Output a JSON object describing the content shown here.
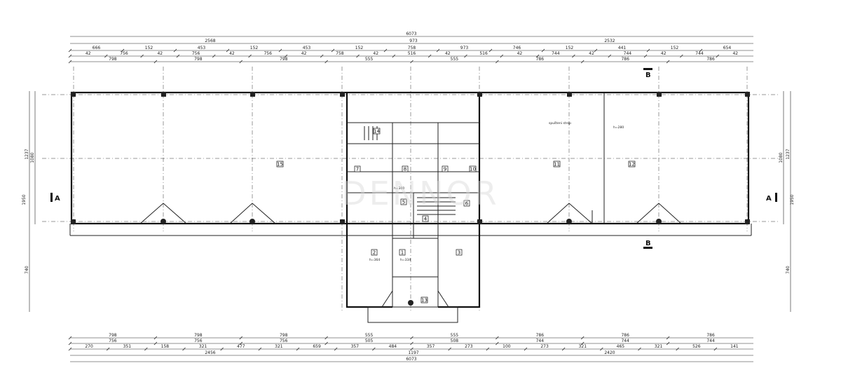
{
  "dims_top": {
    "total": "6073",
    "row2": [
      "2568",
      "973",
      "2532"
    ],
    "row3": [
      "666",
      "152",
      "453",
      "152",
      "453",
      "152",
      "758",
      "973",
      "746",
      "152",
      "441",
      "152",
      "654"
    ],
    "row4": [
      "42",
      "756",
      "42",
      "756",
      "42",
      "756",
      "42",
      "758",
      "42",
      "516",
      "42",
      "516",
      "42",
      "744",
      "42",
      "744",
      "42",
      "744",
      "42"
    ],
    "row5": [
      "798",
      "798",
      "798",
      "555",
      "555",
      "786",
      "786",
      "786"
    ]
  },
  "dims_bottom": {
    "row1": [
      "798",
      "798",
      "798",
      "555",
      "555",
      "786",
      "786",
      "786"
    ],
    "row2": [
      "756",
      "756",
      "756",
      "505",
      "508",
      "744",
      "744",
      "744"
    ],
    "row3": [
      "270",
      "351",
      "158",
      "321",
      "477",
      "321",
      "659",
      "357",
      "484",
      "357",
      "273",
      "100",
      "273",
      "321",
      "465",
      "321",
      "526",
      "141"
    ],
    "row4": [
      "2456",
      "1197",
      "2420"
    ],
    "total": "6073"
  },
  "dims_left": [
    "1237",
    "1080",
    "1950",
    "740"
  ],
  "dims_right": [
    "1237",
    "1080",
    "1950",
    "740"
  ],
  "section_labels": {
    "a_left": "A",
    "a_right": "A",
    "b_top": "B",
    "b_bottom": "B"
  },
  "rooms": [
    "14",
    "15",
    "7",
    "8",
    "9",
    "10",
    "5",
    "6",
    "4",
    "2",
    "1",
    "3",
    "13",
    "11",
    "12"
  ],
  "notes": {
    "spušteni_strop": "spušteni strop",
    "h280": "h=280",
    "h364": "h=364",
    "h334": "h=334",
    "h300": "h=300"
  },
  "watermark": "DENNOR"
}
